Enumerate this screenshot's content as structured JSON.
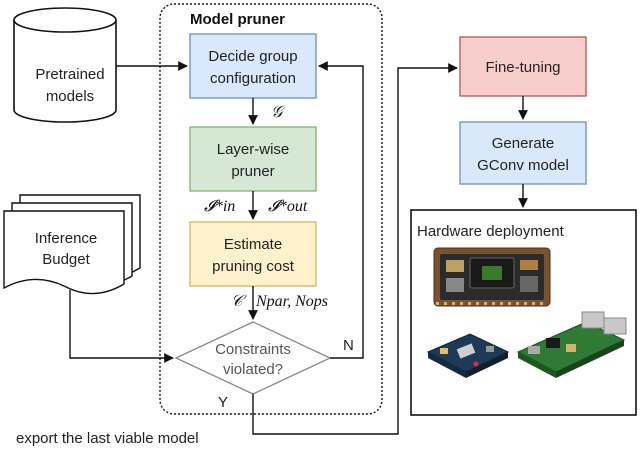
{
  "pruner": {
    "title": "Model pruner",
    "decide_line1": "Decide group",
    "decide_line2": "configuration",
    "layerwise_line1": "Layer-wise",
    "layerwise_line2": "pruner",
    "estimate_line1": "Estimate",
    "estimate_line2": "pruning cost",
    "constraints_line1": "Constraints",
    "constraints_line2": "violated?"
  },
  "inputs": {
    "pretrained_line1": "Pretrained",
    "pretrained_line2": "models",
    "budget_line1": "Inference",
    "budget_line2": "Budget"
  },
  "symbols": {
    "G": "𝒢",
    "I_in": "𝓘*in",
    "I_out": "𝓘*out",
    "C": "𝒞",
    "n_par_ops": "Npar, Nops"
  },
  "branches": {
    "no": "N",
    "yes": "Y"
  },
  "export_label": "export the last viable model",
  "right": {
    "finetune": "Fine-tuning",
    "generate_line1": "Generate",
    "generate_line2": "GConv model",
    "hardware_title": "Hardware deployment"
  },
  "colors": {
    "blue_fill": "#dae8fc",
    "green_fill": "#d5e8d4",
    "yellow_fill": "#fff2cc",
    "red_fill": "#f8cecc"
  },
  "icons": [
    "jetson-board-icon",
    "fpga-board-icon",
    "raspberry-pi-icon"
  ]
}
